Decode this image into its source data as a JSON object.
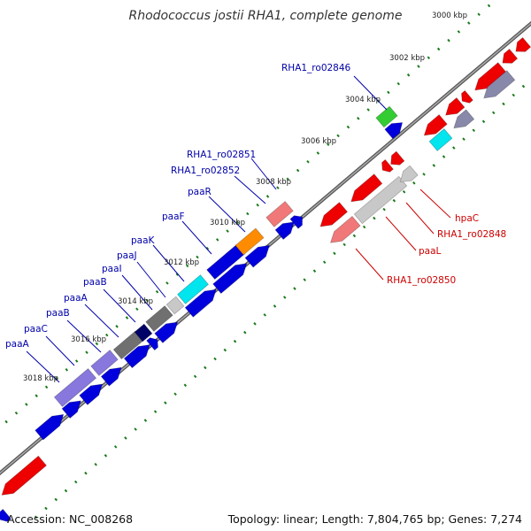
{
  "title": "Rhodococcus jostii RHA1, complete genome",
  "accession": "Accession: NC_008268",
  "topology": "Topology: linear; Length: 7,804,765 bp; Genes: 7,274",
  "colors": {
    "red": "#ee0000",
    "pink": "#f07878",
    "gray": "#c8c8c8",
    "blue": "#0000dd",
    "green": "#33cc33",
    "cyan": "#00e5ee",
    "orange": "#ff8c00",
    "lavender": "#8877dd",
    "darkgray": "#707070",
    "navy": "#000066",
    "slate": "#8888aa",
    "label_blue": "#0000aa",
    "label_red": "#cc0000"
  },
  "ticks": [
    {
      "label": "3000 kbp",
      "pos": 3000
    },
    {
      "label": "3002 kbp",
      "pos": 3002
    },
    {
      "label": "3004 kbp",
      "pos": 3004
    },
    {
      "label": "3006 kbp",
      "pos": 3006
    },
    {
      "label": "3008 kbp",
      "pos": 3008
    },
    {
      "label": "3010 kbp",
      "pos": 3010
    },
    {
      "label": "3012 kbp",
      "pos": 3012
    },
    {
      "label": "3014 kbp",
      "pos": 3014
    },
    {
      "label": "3016 kbp",
      "pos": 3016
    },
    {
      "label": "3018 kbp",
      "pos": 3018
    }
  ],
  "genes_left": [
    {
      "label": "RHA1_ro02846"
    },
    {
      "label": "RHA1_ro02851"
    },
    {
      "label": "RHA1_ro02852"
    },
    {
      "label": "paaR"
    },
    {
      "label": "paaF"
    },
    {
      "label": "paaK"
    },
    {
      "label": "paaJ"
    },
    {
      "label": "paaI"
    },
    {
      "label": "paaB"
    },
    {
      "label": "paaA"
    },
    {
      "label": "paaB"
    },
    {
      "label": "paaC"
    },
    {
      "label": "paaA"
    }
  ],
  "genes_right": [
    {
      "label": "hpaC"
    },
    {
      "label": "RHA1_ro02848"
    },
    {
      "label": "paaL"
    },
    {
      "label": "RHA1_ro02850"
    }
  ]
}
